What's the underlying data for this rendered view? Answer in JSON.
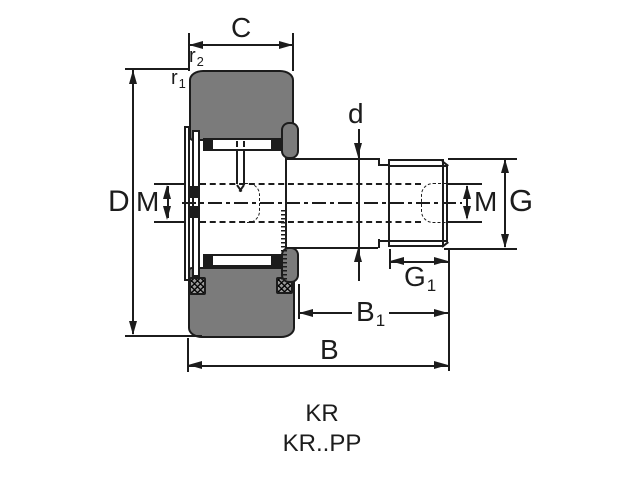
{
  "caption": {
    "line1": "KR",
    "line2": "KR..PP"
  },
  "labels": {
    "c": "C",
    "r2_main": "r",
    "r2_sub": "2",
    "r1_main": "r",
    "r1_sub": "1",
    "d_outer": "D",
    "m_left": "M",
    "d_shaft": "d",
    "m_right": "M",
    "g": "G",
    "g1_main": "G",
    "g1_sub": "1",
    "b1_main": "B",
    "b1_sub": "1",
    "b": "B"
  },
  "colors": {
    "line": "#1c1c1c",
    "part_gray": "#7b7b7b",
    "background": "#ffffff"
  }
}
